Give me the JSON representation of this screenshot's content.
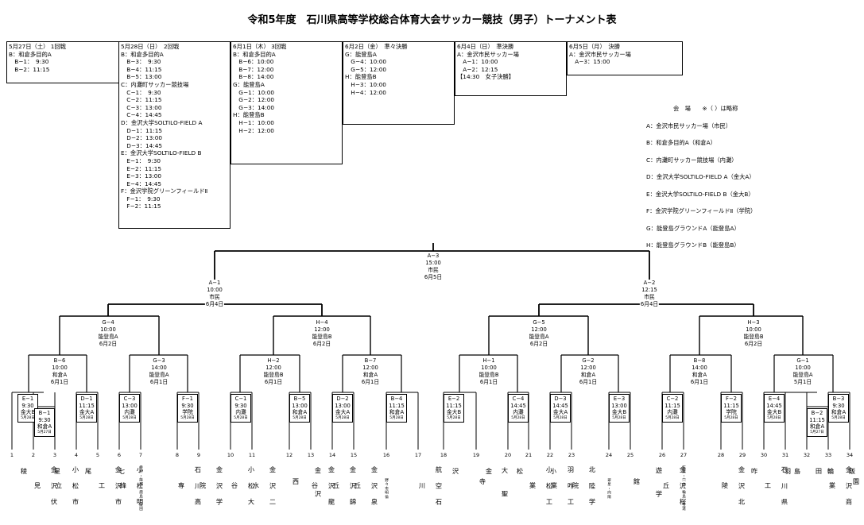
{
  "title": "令和5年度　石川県高等学校総合体育大会サッカー競技（男子）トーナメント表",
  "schedule": [
    [
      "5月27日（土） 1回戦",
      "B：和倉多目的A",
      "　B−1：　9:30",
      "　B−2：11:15"
    ],
    [
      "5月28日（日）　2回戦",
      "B：和倉多目的A",
      "　B−3：　9:30",
      "　B−4：11:15",
      "　B−5：13:00",
      "C：内灘町サッカー競技場",
      "　C−1：　9:30",
      "　C−2：11:15",
      "　C−3：13:00",
      "　C−4：14:45",
      "D：金沢大学SOLTILO-FIELD A",
      "　D−1：11:15",
      "　D−2：13:00",
      "　D−3：14:45",
      "E：金沢大学SOLTILO-FIELD B",
      "　E−1：　9:30",
      "　E−2：11:15",
      "　E−3：13:00",
      "　E−4：14:45",
      "F：金沢学院グリーンフィールドⅡ",
      "　F−1：　9:30",
      "　F−2：11:15"
    ],
    [
      "6月1日（木） 3回戦",
      "B：和倉多目的A",
      "　B−6：10:00",
      "　B−7：12:00",
      "　B−8：14:00",
      "G：能登島A",
      "　G−1：10:00",
      "　G−2：12:00",
      "　G−3：14:00",
      "H：能登島B",
      "　H−1：10:00",
      "　H−2：12:00"
    ],
    [
      "6月2日（金）　準々決勝",
      "G：能登島A",
      "　G−4：10:00",
      "　G−5：12:00",
      "H：能登島B",
      "　H−3：10:00",
      "　H−4：12:00"
    ],
    [
      "6月4日（日）　準決勝",
      "A：金沢市民サッカー場",
      "　A−1：10:00",
      "　A−2：12:15",
      "【14:30　女子決勝】"
    ],
    [
      "6月5日（月）　決勝",
      "A：金沢市民サッカー場",
      "　A−3：15:00"
    ]
  ],
  "venues": {
    "heading": "会　場　　※（ ）は略称",
    "items": [
      "A：金沢市民サッカー場（市民）",
      "B：和倉多目的A（和倉A）",
      "C：内灘町サッカー競技場（内灘）",
      "D：金沢大学SOLTILO-FIELD A（金大A）",
      "E：金沢大学SOLTILO-FIELD B（金大B）",
      "F：金沢学院グリーンフィールドⅡ（学院）",
      "G：能登島グラウンドA（能登島A）",
      "H：能登島グラウンドB（能登島B）"
    ]
  },
  "matches": [
    {
      "label": [
        "A−3",
        "15:00",
        "市民",
        "6月5日"
      ]
    },
    {
      "label": [
        "A−1",
        "10:00",
        "市民",
        "6月4日"
      ]
    },
    {
      "label": [
        "A−2",
        "12:15",
        "市民",
        "6月4日"
      ]
    },
    {
      "label": [
        "G−4",
        "10:00",
        "能登島A",
        "6月2日"
      ]
    },
    {
      "label": [
        "H−4",
        "12:00",
        "能登島B",
        "6月2日"
      ]
    },
    {
      "label": [
        "G−5",
        "12:00",
        "能登島A",
        "6月2日"
      ]
    },
    {
      "label": [
        "H−3",
        "10:00",
        "能登島B",
        "6月2日"
      ]
    },
    {
      "label": [
        "B−6",
        "10:00",
        "和倉A",
        "6月1日"
      ]
    },
    {
      "label": [
        "G−3",
        "14:00",
        "能登島A",
        "6月1日"
      ]
    },
    {
      "label": [
        "H−2",
        "12:00",
        "能登島B",
        "6月1日"
      ]
    },
    {
      "label": [
        "B−7",
        "12:00",
        "和倉A",
        "6月1日"
      ]
    },
    {
      "label": [
        "H−1",
        "10:00",
        "能登島B",
        "6月1日"
      ]
    },
    {
      "label": [
        "G−2",
        "12:00",
        "和倉A",
        "6月1日"
      ]
    },
    {
      "label": [
        "B−8",
        "14:00",
        "和倉A",
        "6月1日"
      ]
    },
    {
      "label": [
        "G−1",
        "10:00",
        "能登島A",
        "5月1日"
      ]
    }
  ],
  "round2": [
    {
      "l": [
        "E−1",
        "9:30",
        "金大B"
      ],
      "d": "5月28日"
    },
    {
      "l": [
        "D−1",
        "11:15",
        "金大A"
      ],
      "d": "5月28日"
    },
    {
      "l": [
        "C−3",
        "13:00",
        "内灘"
      ],
      "d": "5月28日"
    },
    {
      "l": [
        "F−1",
        "9:30",
        "学院"
      ],
      "d": "5月28日"
    },
    {
      "l": [
        "C−1",
        "9:30",
        "内灘"
      ],
      "d": "5月28日"
    },
    {
      "l": [
        "B−5",
        "13:00",
        "和倉A"
      ],
      "d": "5月28日"
    },
    {
      "l": [
        "D−2",
        "13:00",
        "金大A"
      ],
      "d": "5月28日"
    },
    {
      "l": [
        "B−4",
        "11:15",
        "和倉A"
      ],
      "d": "5月28日"
    },
    {
      "l": [
        "E−2",
        "11:15",
        "金大B"
      ],
      "d": "5月28日"
    },
    {
      "l": [
        "C−4",
        "14:45",
        "内灘"
      ],
      "d": "5月28日"
    },
    {
      "l": [
        "D−3",
        "14:45",
        "金大A"
      ],
      "d": "5月28日"
    },
    {
      "l": [
        "E−3",
        "13:00",
        "金大B"
      ],
      "d": "5月28日"
    },
    {
      "l": [
        "C−2",
        "11:15",
        "内灘"
      ],
      "d": "5月28日"
    },
    {
      "l": [
        "F−2",
        "11:15",
        "学院"
      ],
      "d": "5月28日"
    },
    {
      "l": [
        "E−4",
        "14:45",
        "金大B"
      ],
      "d": "5月28日"
    },
    {
      "l": [
        "B−3",
        "9:30",
        "和倉A"
      ],
      "d": "5月28日"
    }
  ],
  "round1": [
    {
      "l": [
        "B−1",
        "9:30",
        "和倉A"
      ],
      "d": "5月27日"
    },
    {
      "l": [
        "B−2",
        "11:15",
        "和倉A"
      ],
      "d": "5月27日"
    }
  ],
  "teams": [
    {
      "no": "1",
      "name": "星稜"
    },
    {
      "no": "2",
      "name": "金沢伏見"
    },
    {
      "no": "3",
      "name": "小松市立"
    },
    {
      "no": "4",
      "name": "七尾"
    },
    {
      "no": "5",
      "name": "金沢市工"
    },
    {
      "no": "6",
      "name": "小松明峰"
    },
    {
      "no": "7",
      "name": "寺井・能都・鹿島・飯田"
    },
    {
      "no": "8",
      "name": "石川高専"
    },
    {
      "no": "9",
      "name": "金沢学院"
    },
    {
      "no": "10",
      "name": "小松大谷"
    },
    {
      "no": "11",
      "name": "金沢二水"
    },
    {
      "no": "12",
      "name": "金沢西"
    },
    {
      "no": "13",
      "name": "金沢龍谷"
    },
    {
      "no": "14",
      "name": "金沢錦丘"
    },
    {
      "no": "15",
      "name": "金沢泉丘"
    },
    {
      "no": "16",
      "name": "野々市明倫"
    },
    {
      "no": "17",
      "name": "航空石川"
    },
    {
      "no": "18",
      "name": "金沢"
    },
    {
      "no": "19",
      "name": "大聖寺"
    },
    {
      "no": "20",
      "name": "小松"
    },
    {
      "no": "21",
      "name": "小松工業"
    },
    {
      "no": "22",
      "name": "羽咋工業"
    },
    {
      "no": "23",
      "name": "北陸学院"
    },
    {
      "no": "24",
      "name": "翠星・向陽"
    },
    {
      "no": "25",
      "name": "遊学館"
    },
    {
      "no": "26",
      "name": "金沢桜丘"
    },
    {
      "no": "27",
      "name": "志賀・穴水・輪島・宝達"
    },
    {
      "no": "28",
      "name": "金沢北陵"
    },
    {
      "no": "29",
      "name": "羽咋"
    },
    {
      "no": "30",
      "name": "石川県工"
    },
    {
      "no": "31",
      "name": "輪島"
    },
    {
      "no": "32",
      "name": "飯田"
    },
    {
      "no": "33",
      "name": "金沢商業"
    },
    {
      "no": "34",
      "name": "鵬学園"
    }
  ]
}
